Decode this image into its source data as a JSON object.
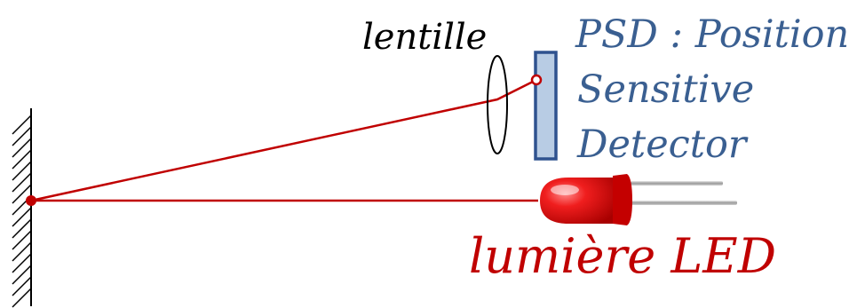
{
  "labels": {
    "lens": "lentille",
    "psd_line1": "PSD : Position",
    "psd_line2": "Sensitive",
    "psd_line3": "Detector",
    "led": "lumière LED"
  },
  "colors": {
    "beam": "#c00000",
    "psd_text": "#3a5f91",
    "psd_fill": "#b8cce4",
    "psd_stroke": "#2f528f",
    "led_text": "#c00000",
    "wall": "#000000",
    "lens": "#000000",
    "led_body": "#e41a1a",
    "led_leads": "#a8a8a8"
  },
  "icons": {
    "wall": "hatched-mirror-wall-icon",
    "lens": "converging-lens-icon",
    "detector": "psd-detector-icon",
    "led": "red-led-icon"
  }
}
